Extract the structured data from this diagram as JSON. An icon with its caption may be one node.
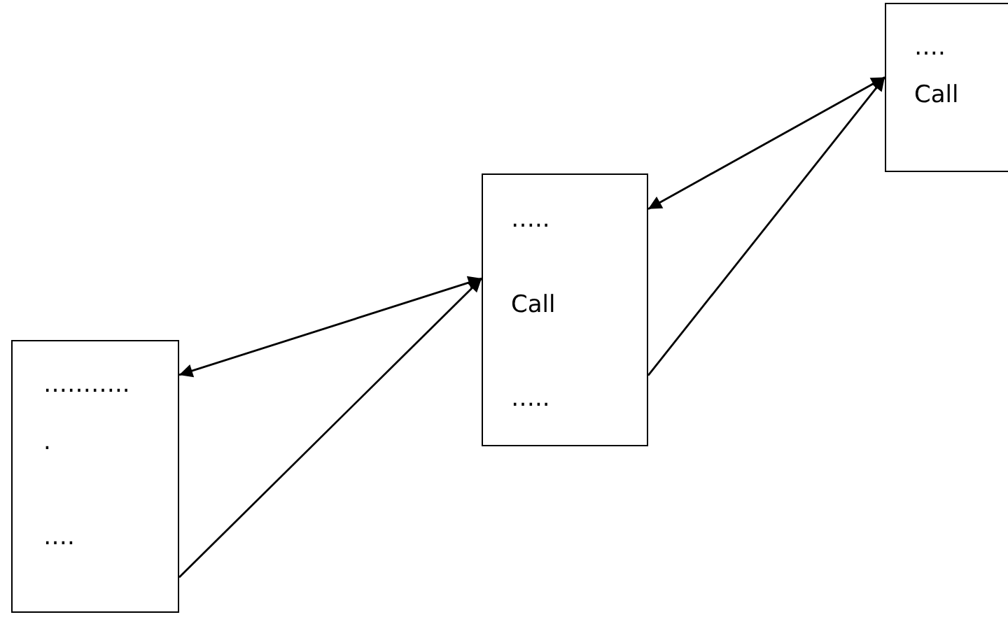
{
  "diagram": {
    "nodes": [
      {
        "text": [
          "………..",
          ".",
          "…."
        ]
      },
      {
        "text": [
          "…..",
          "Call",
          "….."
        ]
      },
      {
        "text": [
          "….",
          "Call"
        ]
      }
    ],
    "edges": [
      {
        "from": 1,
        "to": 0,
        "arrow": "both"
      },
      {
        "from": 0,
        "to": 1,
        "arrow": "to"
      },
      {
        "from": 2,
        "to": 1,
        "arrow": "both"
      },
      {
        "from": 1,
        "to": 2,
        "arrow": "to"
      }
    ]
  }
}
